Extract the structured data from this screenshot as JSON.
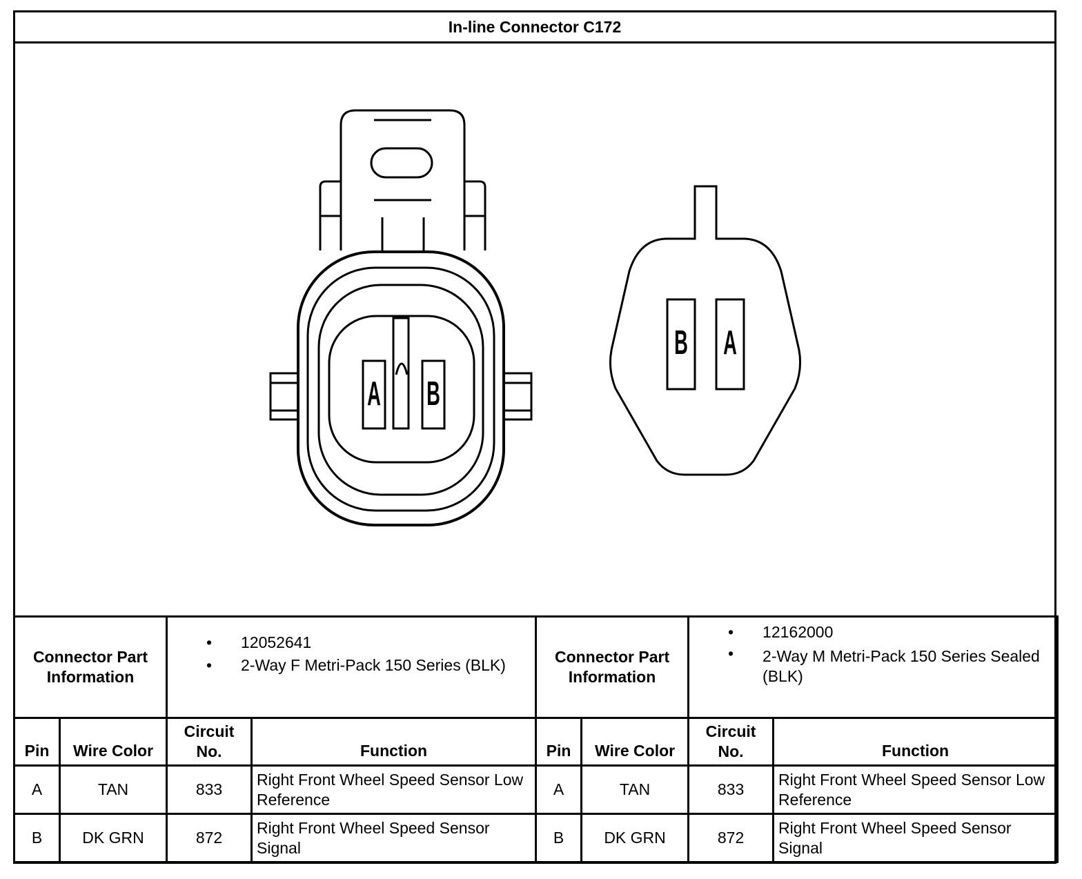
{
  "title": "In-line Connector C172",
  "connectors": [
    {
      "pins_drawn": [
        "A",
        "B"
      ],
      "part_label": "Connector Part Information",
      "part_items": [
        "12052641",
        "2-Way F Metri-Pack 150 Series (BLK)"
      ]
    },
    {
      "pins_drawn": [
        "B",
        "A"
      ],
      "part_label": "Connector Part Information",
      "part_items": [
        "12162000",
        "2-Way M Metri-Pack 150 Series Sealed (BLK)"
      ]
    }
  ],
  "columns": {
    "pin": "Pin",
    "wire_color": "Wire Color",
    "circuit_line1": "Circuit",
    "circuit_line2": "No.",
    "function": "Function"
  },
  "rows": [
    {
      "pin": "A",
      "wire_color": "TAN",
      "circuit": "833",
      "function": "Right Front Wheel Speed Sensor Low Reference"
    },
    {
      "pin": "B",
      "wire_color": "DK GRN",
      "circuit": "872",
      "function": "Right Front Wheel Speed Sensor Signal"
    }
  ]
}
